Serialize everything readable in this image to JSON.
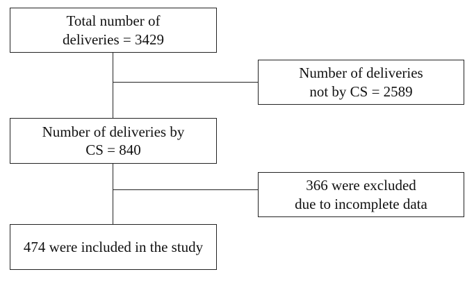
{
  "flowchart": {
    "total_box": {
      "line1": "Total number of",
      "line2": "deliveries = 3429"
    },
    "not_cs_box": {
      "line1": "Number of deliveries",
      "line2": "not by CS = 2589"
    },
    "cs_box": {
      "line1": "Number of deliveries by",
      "line2": "CS = 840"
    },
    "excluded_box": {
      "line1": "366 were excluded",
      "line2": "due to incomplete data"
    },
    "included_box": {
      "line1": "474 were included in the study"
    }
  },
  "colors": {
    "border": "#222222",
    "text": "#111111",
    "background": "#ffffff"
  }
}
